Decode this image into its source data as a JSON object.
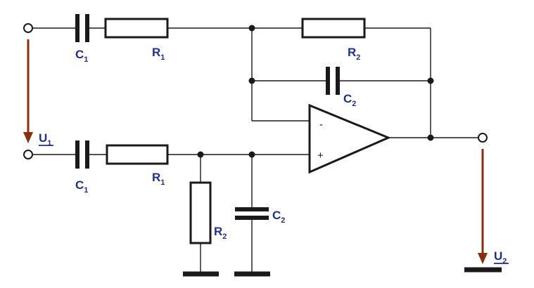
{
  "colors": {
    "wire": "#1a1a1a",
    "label": "#1f2f8f",
    "voltage_arrow": "#8b2e0b"
  },
  "components": {
    "c1_top": {
      "letter": "C",
      "sub": "1"
    },
    "r1_top": {
      "letter": "R",
      "sub": "1"
    },
    "r2_top": {
      "letter": "R",
      "sub": "2"
    },
    "c2_top": {
      "letter": "C",
      "sub": "2"
    },
    "c1_bottom": {
      "letter": "C",
      "sub": "1"
    },
    "r1_bottom": {
      "letter": "R",
      "sub": "1"
    },
    "r2_shunt": {
      "letter": "R",
      "sub": "2"
    },
    "c2_shunt": {
      "letter": "C",
      "sub": "2"
    }
  },
  "opamp": {
    "inverting": "-",
    "noninverting": "+"
  },
  "voltages": {
    "input": {
      "letter": "U",
      "sub": "1"
    },
    "output": {
      "letter": "U",
      "sub": "2"
    }
  }
}
